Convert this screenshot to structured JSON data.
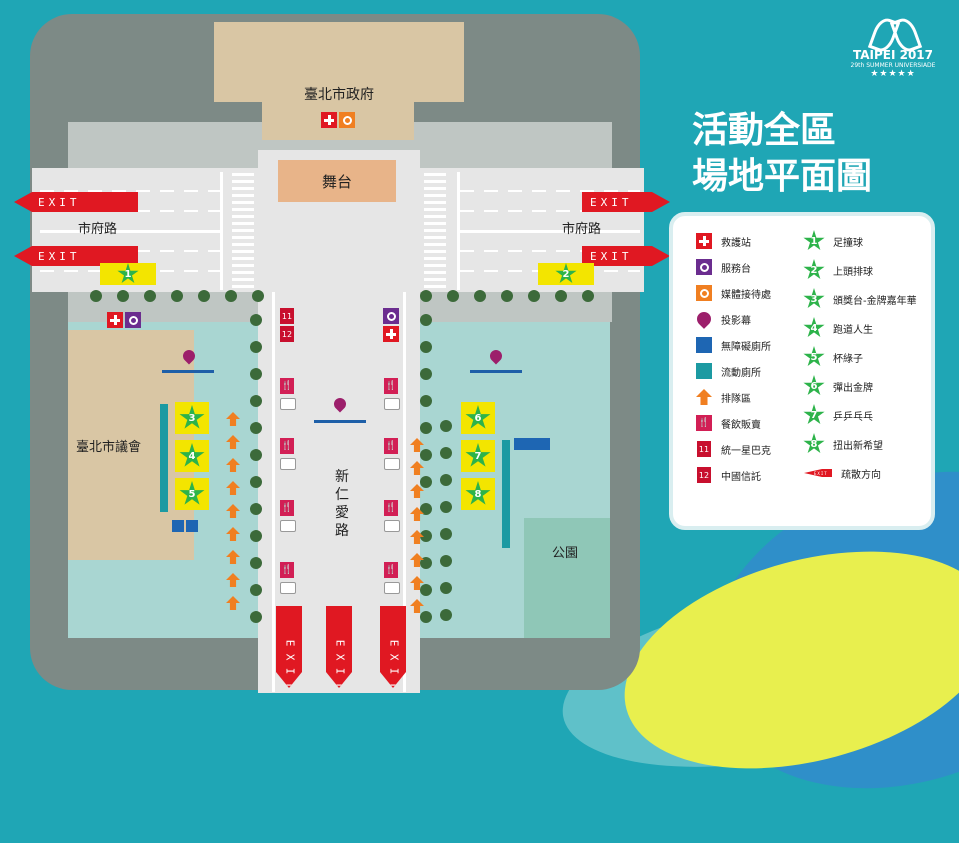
{
  "title": {
    "line1": "活動全區",
    "line2": "場地平面圖"
  },
  "logo": {
    "name": "TAIPEI 2017",
    "subtitle": "29th SUMMER UNIVERSIADE"
  },
  "map": {
    "city_hall": "臺北市政府",
    "stage": "舞台",
    "road_left": "市府路",
    "road_right": "市府路",
    "council": "臺北市議會",
    "park": "公園",
    "center_road": [
      "新",
      "仁",
      "愛",
      "路"
    ],
    "exit_text": "EXIT",
    "exit_letters": [
      "E",
      "X",
      "I",
      "T"
    ],
    "booth_numbers": [
      "1",
      "2",
      "3",
      "4",
      "5",
      "6",
      "7",
      "8"
    ],
    "seven_code": "11",
    "ctbc_code": "12"
  },
  "legend": {
    "left": [
      {
        "icon": "first-aid-icon",
        "label": "救護站"
      },
      {
        "icon": "service-desk-icon",
        "label": "服務台"
      },
      {
        "icon": "media-desk-icon",
        "label": "媒體接待處"
      },
      {
        "icon": "screen-pin-icon",
        "label": "投影幕"
      },
      {
        "icon": "accessible-toilet-icon",
        "label": "無障礙廁所"
      },
      {
        "icon": "mobile-toilet-icon",
        "label": "流動廁所"
      },
      {
        "icon": "queue-arrow-icon",
        "label": "排隊區"
      },
      {
        "icon": "food-stall-icon",
        "label": "餐飲販賣"
      },
      {
        "icon": "seven-eleven-icon",
        "label": "統一星巴克"
      },
      {
        "icon": "ctbc-icon",
        "label": "中國信託"
      }
    ],
    "right": [
      {
        "num": "1",
        "label": "足撞球"
      },
      {
        "num": "2",
        "label": "上頭排球"
      },
      {
        "num": "3",
        "label": "頒獎台-金牌嘉年華"
      },
      {
        "num": "4",
        "label": "跑道人生"
      },
      {
        "num": "5",
        "label": "杯綠子"
      },
      {
        "num": "6",
        "label": "彈出金牌"
      },
      {
        "num": "7",
        "label": "乒乒乓乓"
      },
      {
        "num": "8",
        "label": "扭出新希望"
      },
      {
        "num": "",
        "label": "疏散方向"
      }
    ],
    "evac_exit_text": "EXIT"
  },
  "colors": {
    "bg": "#1fa6b5",
    "exit": "#e01822",
    "star": "#2db34a",
    "booth": "#f3e500"
  }
}
